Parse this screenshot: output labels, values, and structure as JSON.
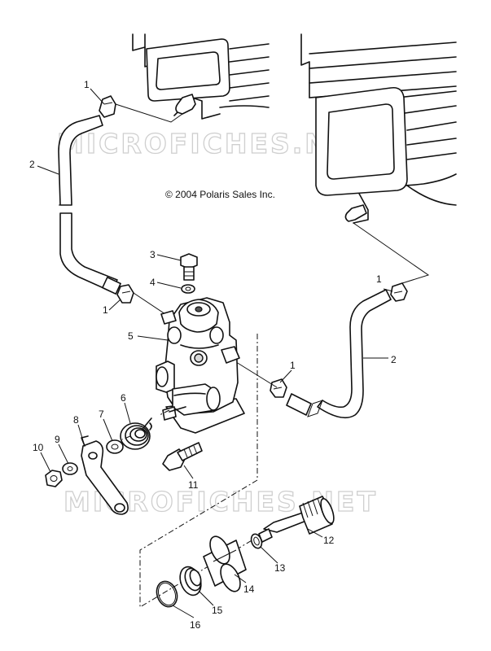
{
  "copyright": "© 2004 Polaris Sales Inc.",
  "watermark": "MICROFICHES.NET",
  "callouts": {
    "c1a": "1",
    "c1b": "1",
    "c1c": "1",
    "c1d": "1",
    "c2a": "2",
    "c2b": "2",
    "c3": "3",
    "c4": "4",
    "c5": "5",
    "c6": "6",
    "c7": "7",
    "c8": "8",
    "c9": "9",
    "c10": "10",
    "c11": "11",
    "c12": "12",
    "c13": "13",
    "c14": "14",
    "c15": "15",
    "c16": "16"
  }
}
